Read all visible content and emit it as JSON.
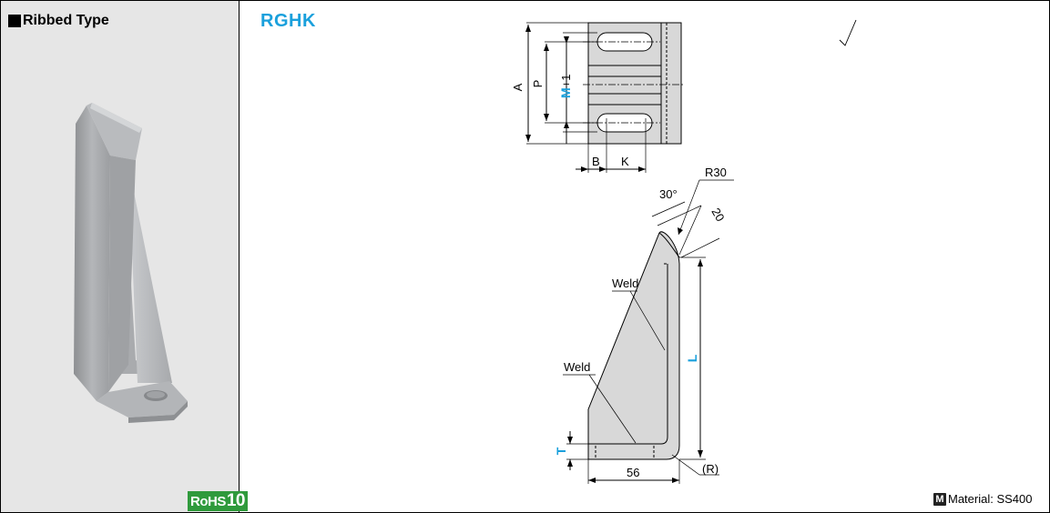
{
  "left_panel": {
    "title": "Ribbed Type",
    "rohs_prefix": "RoHS",
    "rohs_number": "10"
  },
  "product": {
    "code": "RGHK"
  },
  "drawing": {
    "dim_A": "A",
    "dim_P": "P",
    "dim_M": "M",
    "dim_M_suffix": "+1",
    "dim_B": "B",
    "dim_K": "K",
    "dim_R30": "R30",
    "dim_angle": "30°",
    "dim_20": "20",
    "weld_upper": "Weld",
    "weld_lower": "Weld",
    "dim_L": "L",
    "dim_T": "T",
    "dim_56": "56",
    "dim_R": "(R)",
    "surface_mark": "√"
  },
  "material": {
    "badge": "M",
    "text": "Material: SS400"
  },
  "colors": {
    "accent_blue": "#1aa0dc",
    "rohs_green": "#2f9a3c",
    "panel_gray": "#e6e6e6"
  }
}
